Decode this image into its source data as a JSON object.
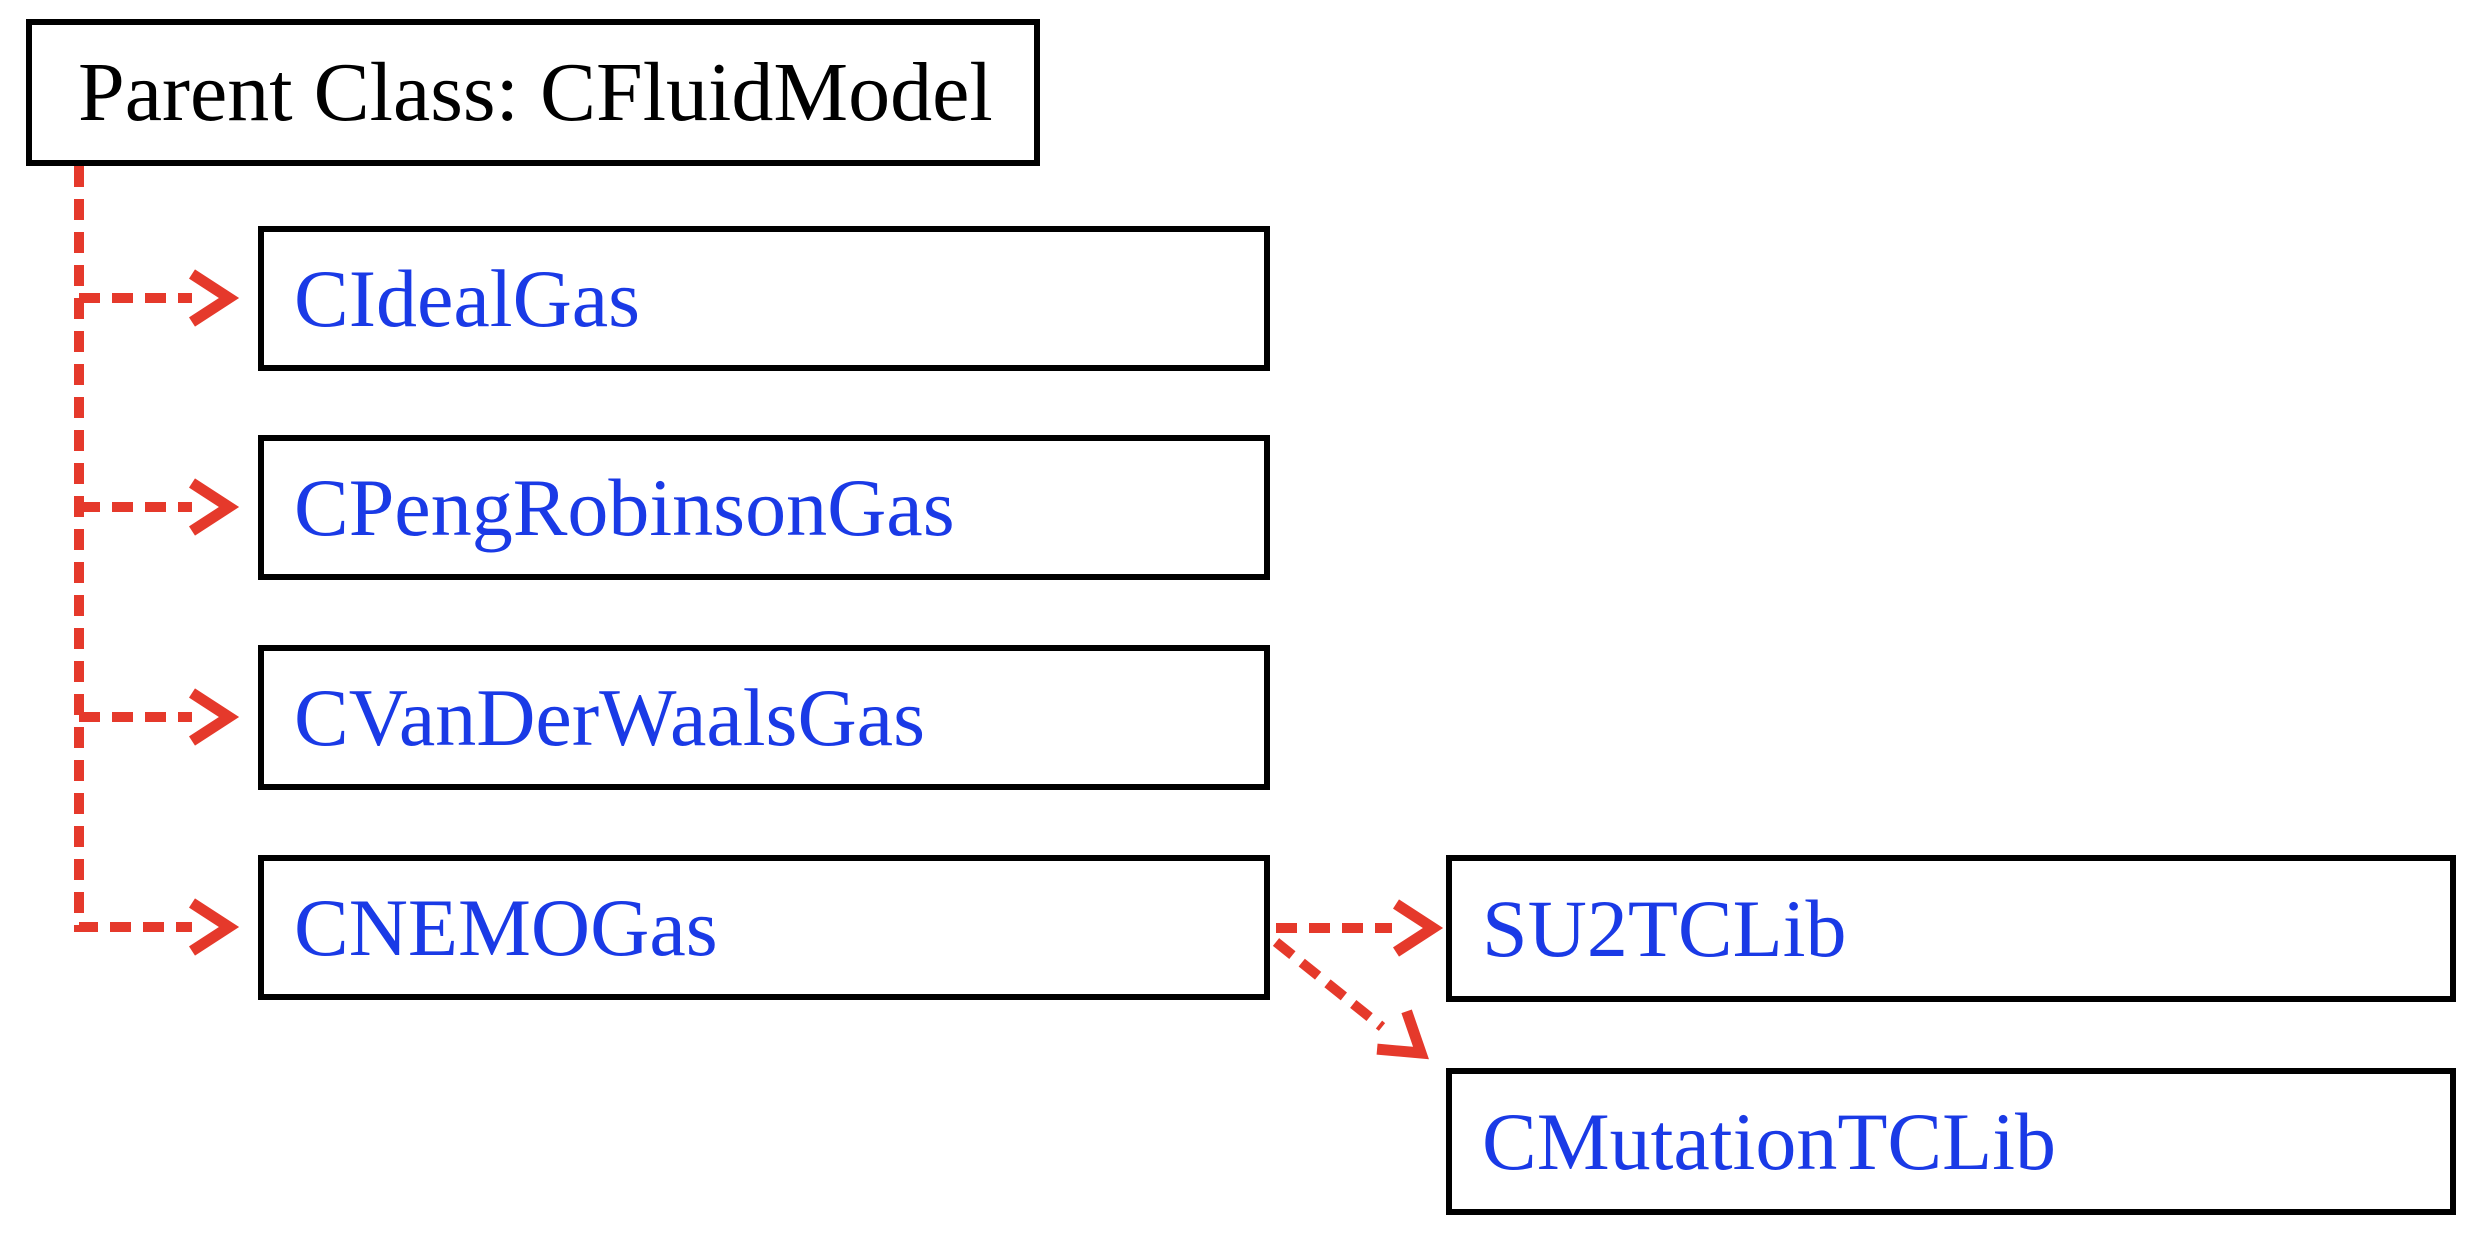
{
  "diagram": {
    "parent": {
      "label": "Parent Class: CFluidModel"
    },
    "children": [
      {
        "label": "CIdealGas"
      },
      {
        "label": "CPengRobinsonGas"
      },
      {
        "label": "CVanDerWaalsGas"
      },
      {
        "label": "CNEMOGas"
      }
    ],
    "libraries": [
      {
        "label": "SU2TCLib"
      },
      {
        "label": "CMutationTCLib"
      }
    ],
    "edges": [
      {
        "from": "CFluidModel",
        "to": "CIdealGas"
      },
      {
        "from": "CFluidModel",
        "to": "CPengRobinsonGas"
      },
      {
        "from": "CFluidModel",
        "to": "CVanDerWaalsGas"
      },
      {
        "from": "CFluidModel",
        "to": "CNEMOGas"
      },
      {
        "from": "CNEMOGas",
        "to": "SU2TCLib"
      },
      {
        "from": "CNEMOGas",
        "to": "CMutationTCLib"
      }
    ],
    "colors": {
      "background": "#ffffff",
      "box_border": "#000000",
      "parent_text": "#000000",
      "child_text": "#1a3ae6",
      "arrow": "#e5392b"
    }
  }
}
